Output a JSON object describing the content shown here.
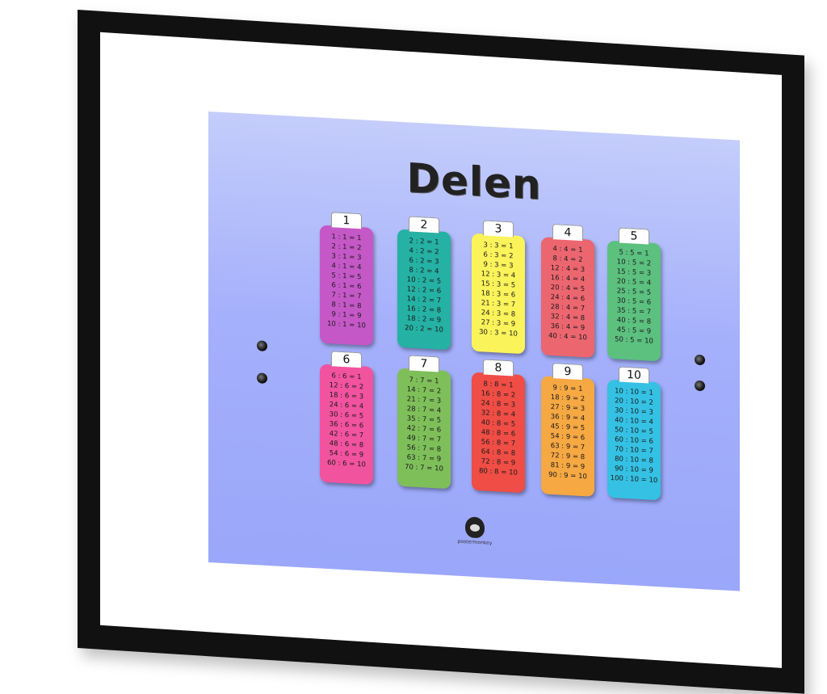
{
  "poster": {
    "title": "Delen",
    "brand": "postermonkey",
    "accent_background": "#a4b0fb"
  },
  "cards": [
    {
      "number": "1",
      "color": "#c558c7",
      "rows": [
        "1 : 1 = 1",
        "2 : 1 = 2",
        "3 : 1 = 3",
        "4 : 1 = 4",
        "5 : 1 = 5",
        "6 : 1 = 6",
        "7 : 1 = 7",
        "8 : 1 = 8",
        "9 : 1 = 9",
        "10 : 1 = 10"
      ]
    },
    {
      "number": "2",
      "color": "#25b1a3",
      "rows": [
        "2 : 2 = 1",
        "4 : 2 = 2",
        "6 : 2 = 3",
        "8 : 2 = 4",
        "10 : 2 = 5",
        "12 : 2 = 6",
        "14 : 2 = 7",
        "16 : 2 = 8",
        "18 : 2 = 9",
        "20 : 2 = 10"
      ]
    },
    {
      "number": "3",
      "color": "#fbf35a",
      "rows": [
        "3 : 3 = 1",
        "6 : 3 = 2",
        "9 : 3 = 3",
        "12 : 3 = 4",
        "15 : 3 = 5",
        "18 : 3 = 6",
        "21 : 3 = 7",
        "24 : 3 = 8",
        "27 : 3 = 9",
        "30 : 3 = 10"
      ]
    },
    {
      "number": "4",
      "color": "#ec6670",
      "rows": [
        "4 : 4 = 1",
        "8 : 4 = 2",
        "12 : 4 = 3",
        "16 : 4 = 4",
        "20 : 4 = 5",
        "24 : 4 = 6",
        "28 : 4 = 7",
        "32 : 4 = 8",
        "36 : 4 = 9",
        "40 : 4 = 10"
      ]
    },
    {
      "number": "5",
      "color": "#5cc07f",
      "rows": [
        "5 : 5 = 1",
        "10 : 5 = 2",
        "15 : 5 = 3",
        "20 : 5 = 4",
        "25 : 5 = 5",
        "30 : 5 = 6",
        "35 : 5 = 7",
        "40 : 5 = 8",
        "45 : 5 = 9",
        "50 : 5 = 10"
      ]
    },
    {
      "number": "6",
      "color": "#f2539f",
      "rows": [
        "6 : 6 = 1",
        "12 : 6 = 2",
        "18 : 6 = 3",
        "24 : 6 = 4",
        "30 : 6 = 5",
        "36 : 6 = 6",
        "42 : 6 = 7",
        "48 : 6 = 8",
        "54 : 6 = 9",
        "60 : 6 = 10"
      ]
    },
    {
      "number": "7",
      "color": "#7fbf5a",
      "rows": [
        "7 : 7 = 1",
        "14 : 7 = 2",
        "21 : 7 = 3",
        "28 : 7 = 4",
        "35 : 7 = 5",
        "42 : 7 = 6",
        "49 : 7 = 7",
        "56 : 7 = 8",
        "63 : 7 = 9",
        "70 : 7 = 10"
      ]
    },
    {
      "number": "8",
      "color": "#ef4d45",
      "rows": [
        "8 : 8 = 1",
        "16 : 8 = 2",
        "24 : 8 = 3",
        "32 : 8 = 4",
        "40 : 8 = 5",
        "48 : 8 = 6",
        "56 : 8 = 7",
        "64 : 8 = 8",
        "72 : 8 = 9",
        "80 : 8 = 10"
      ]
    },
    {
      "number": "9",
      "color": "#f6a843",
      "rows": [
        "9 : 9 = 1",
        "18 : 9 = 2",
        "27 : 9 = 3",
        "36 : 9 = 4",
        "45 : 9 = 5",
        "54 : 9 = 6",
        "63 : 9 = 7",
        "72 : 9 = 8",
        "81 : 9 = 9",
        "90 : 9 = 10"
      ]
    },
    {
      "number": "10",
      "color": "#35c1e3",
      "rows": [
        "10 : 10 = 1",
        "20 : 10 = 2",
        "30 : 10 = 3",
        "40 : 10 = 4",
        "50 : 10 = 5",
        "60 : 10 = 6",
        "70 : 10 = 7",
        "80 : 10 = 8",
        "90 : 10 = 9",
        "100 : 10 = 10"
      ]
    }
  ]
}
